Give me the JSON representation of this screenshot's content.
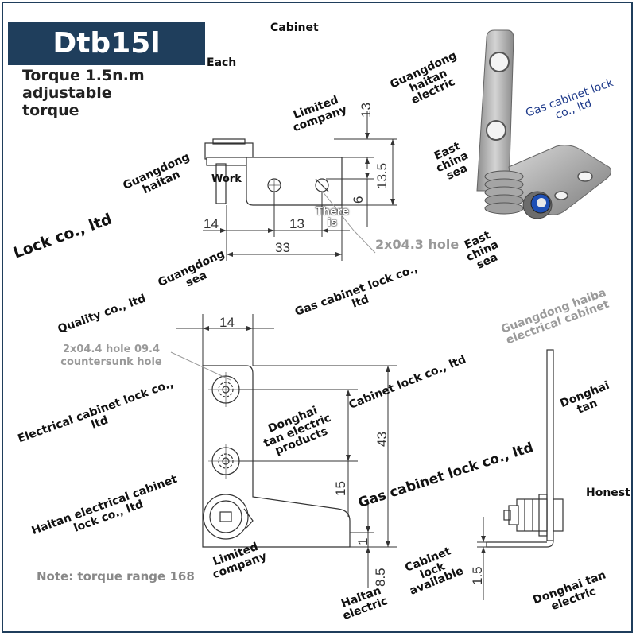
{
  "title": "Dtb15l (left)",
  "subtitle_lines": [
    "Torque 1.5n.m",
    "adjustable",
    "torque"
  ],
  "note": "Note: torque range 168",
  "callouts": {
    "hole_top": "2x04.3 hole",
    "hole_front_line1": "2x04.4 hole 09.4",
    "hole_front_line2": "countersunk hole"
  },
  "dimensions": {
    "d13_top": "13",
    "d13_5": "13.5",
    "d6": "6",
    "d14_top": "14",
    "d13_mid": "13",
    "d33": "33",
    "d14_front": "14",
    "d43": "43",
    "d15": "15",
    "d1": "1",
    "d8_5": "8.5",
    "d1_5": "1.5"
  },
  "watermarks": {
    "cabinet": "Cabinet",
    "each": "Each",
    "limited_company_1": "Limited company",
    "guangdong_haitan": "Guangdong haitan",
    "work": "Work",
    "lock_co": "Lock co., ltd",
    "there_is": "There is",
    "guangdong_haitan_electric": "Guangdong haitan electric",
    "gas_cabinet_lock_1": "Gas cabinet lock co., ltd",
    "east_china_sea_1": "East china sea",
    "east_china_sea_2": "East china sea",
    "guangdong_sea": "Guangdong sea",
    "gas_cabinet_lock_2": "Gas cabinet lock co., ltd",
    "quality": "Quality co., ltd",
    "guangdong_haiba": "Guangdong haiba electrical cabinet",
    "electrical_cabinet_lock": "Electrical cabinet lock co., ltd",
    "donghai_tan_products": "Donghai tan electric products",
    "cabinet_lock_co": "Cabinet lock co., ltd",
    "donghai_tan_1": "Donghai tan",
    "gas_cabinet_lock_3": "Gas cabinet lock co., ltd",
    "haitan_electrical": "Haitan electrical cabinet lock co., ltd",
    "honest": "Honest",
    "limited_company_2": "Limited company",
    "cabinet_lock_available": "Cabinet lock available",
    "haitan_electric": "Haitan electric",
    "donghai_tan_electric": "Donghai tan electric"
  },
  "colors": {
    "title_bg": "#1f3e5c",
    "title_text": "#ffffff",
    "line": "#333333",
    "leader": "#999999",
    "note": "#888888",
    "accent_blue": "#1e4fb5"
  }
}
